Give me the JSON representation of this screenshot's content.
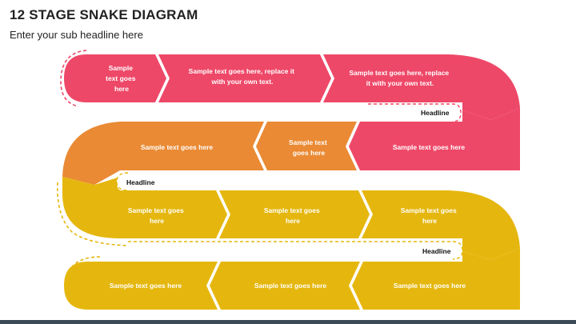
{
  "title": "12 STAGE SNAKE DIAGRAM",
  "subtitle": "Enter your sub headline here",
  "colors": {
    "row1": "#ee4868",
    "row2_left": "#ea8a34",
    "row2_right": "#ee4868",
    "row3": "#e5b70e",
    "row4": "#e5b70e",
    "dashes": "#ee4868",
    "dashes_lower": "#e5b70e"
  },
  "headlines": [
    "Headline",
    "Headline",
    "Headline"
  ],
  "stages": [
    {
      "lines": [
        "Sample",
        "text goes",
        "here"
      ]
    },
    {
      "lines": [
        "Sample text goes here, replace it",
        "with your own text."
      ]
    },
    {
      "lines": [
        "Sample text goes here, replace",
        "it with your own text."
      ]
    },
    {
      "lines": [
        "Sample text goes here"
      ]
    },
    {
      "lines": [
        "Sample text",
        "goes here"
      ]
    },
    {
      "lines": [
        "Sample text goes here"
      ]
    },
    {
      "lines": [
        "Sample text goes",
        "here"
      ]
    },
    {
      "lines": [
        "Sample text goes",
        "here"
      ]
    },
    {
      "lines": [
        "Sample text goes",
        "here"
      ]
    },
    {
      "lines": [
        "Sample text goes here"
      ]
    },
    {
      "lines": [
        "Sample text goes here"
      ]
    },
    {
      "lines": [
        "Sample text goes here"
      ]
    }
  ]
}
